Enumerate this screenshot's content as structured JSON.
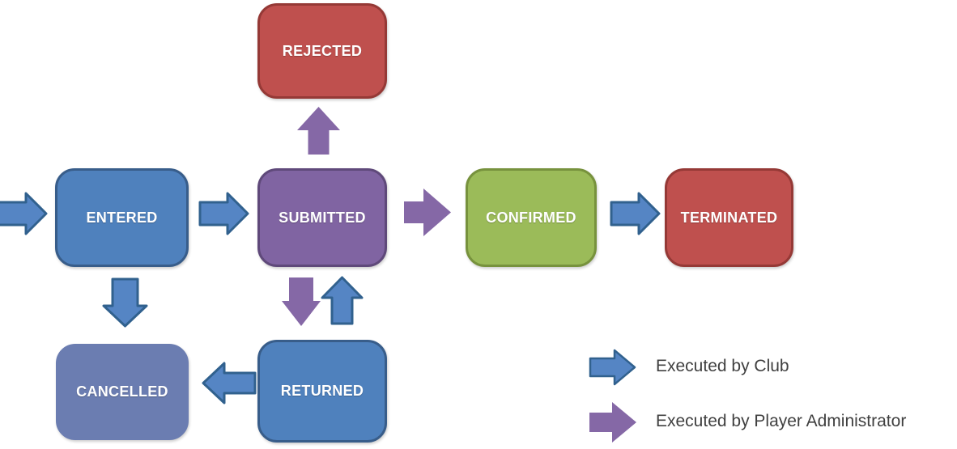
{
  "diagram": {
    "type": "state-flow",
    "nodes": [
      {
        "id": "rejected",
        "label": "REJECTED",
        "fill": "#bf504e",
        "border": "#953936"
      },
      {
        "id": "entered",
        "label": "ENTERED",
        "fill": "#4f81bd",
        "border": "#385d8a"
      },
      {
        "id": "submitted",
        "label": "SUBMITTED",
        "fill": "#8064a2",
        "border": "#5f497a"
      },
      {
        "id": "confirmed",
        "label": "CONFIRMED",
        "fill": "#9bbb59",
        "border": "#77923d"
      },
      {
        "id": "terminated",
        "label": "TERMINATED",
        "fill": "#bf504e",
        "border": "#953936"
      },
      {
        "id": "cancelled",
        "label": "CANCELLED",
        "fill": "#6b7db1",
        "border": "#6b7db1"
      },
      {
        "id": "returned",
        "label": "RETURNED",
        "fill": "#4f81bd",
        "border": "#385d8a"
      }
    ],
    "edges": [
      {
        "from": "start",
        "to": "entered",
        "actor": "club"
      },
      {
        "from": "entered",
        "to": "submitted",
        "actor": "club"
      },
      {
        "from": "submitted",
        "to": "rejected",
        "actor": "player_administrator"
      },
      {
        "from": "submitted",
        "to": "confirmed",
        "actor": "player_administrator"
      },
      {
        "from": "confirmed",
        "to": "terminated",
        "actor": "club"
      },
      {
        "from": "entered",
        "to": "cancelled",
        "actor": "club"
      },
      {
        "from": "submitted",
        "to": "returned",
        "actor": "player_administrator"
      },
      {
        "from": "returned",
        "to": "submitted",
        "actor": "club"
      },
      {
        "from": "returned",
        "to": "cancelled",
        "actor": "club"
      }
    ]
  },
  "legend": {
    "items": [
      {
        "label": "Executed by Club",
        "actor": "club",
        "arrow_color": "#5585c4"
      },
      {
        "label": "Executed by Player Administrator",
        "actor": "player_administrator",
        "arrow_color": "#8568a6"
      }
    ]
  },
  "colors": {
    "background": "#ffffff",
    "club_arrow_fill": "#5585c4",
    "club_arrow_stroke": "#31618e",
    "admin_arrow_fill": "#8568a6",
    "node_label": "#ffffff",
    "legend_text": "#404040"
  }
}
